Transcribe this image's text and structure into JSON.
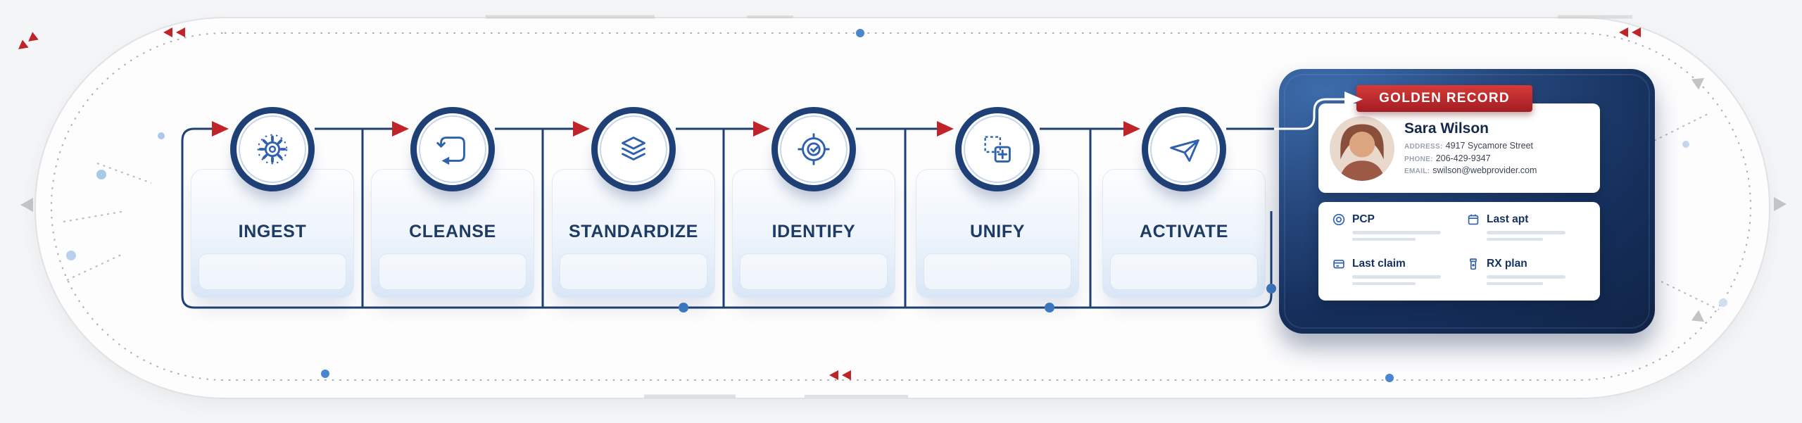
{
  "stages": [
    {
      "label": "INGEST",
      "icon": "gear-icon"
    },
    {
      "label": "CLEANSE",
      "icon": "refresh-square-icon"
    },
    {
      "label": "STANDARDIZE",
      "icon": "layers-icon"
    },
    {
      "label": "IDENTIFY",
      "icon": "target-check-icon"
    },
    {
      "label": "UNIFY",
      "icon": "merge-squares-icon"
    },
    {
      "label": "ACTIVATE",
      "icon": "paper-plane-icon"
    }
  ],
  "golden_record": {
    "banner_label": "GOLDEN RECORD",
    "contact": {
      "name": "Sara Wilson",
      "rows": [
        {
          "label": "ADDRESS:",
          "value": "4917 Sycamore Street"
        },
        {
          "label": "PHONE:",
          "value": "206-429-9347"
        },
        {
          "label": "EMAIL:",
          "value": "swilson@webprovider.com"
        }
      ]
    },
    "fields": [
      {
        "label": "PCP",
        "icon": "badge-icon"
      },
      {
        "label": "Last apt",
        "icon": "calendar-icon"
      },
      {
        "label": "Last claim",
        "icon": "claim-card-icon"
      },
      {
        "label": "RX plan",
        "icon": "rx-bottle-icon"
      }
    ]
  },
  "colors": {
    "navy": "#1e4076",
    "flow_red": "#bf2428",
    "icon_blue": "#2f62ad",
    "panel_dark": "#122a52",
    "dot_blue": "#3f7cc4",
    "banner_red": "#b5252a"
  }
}
